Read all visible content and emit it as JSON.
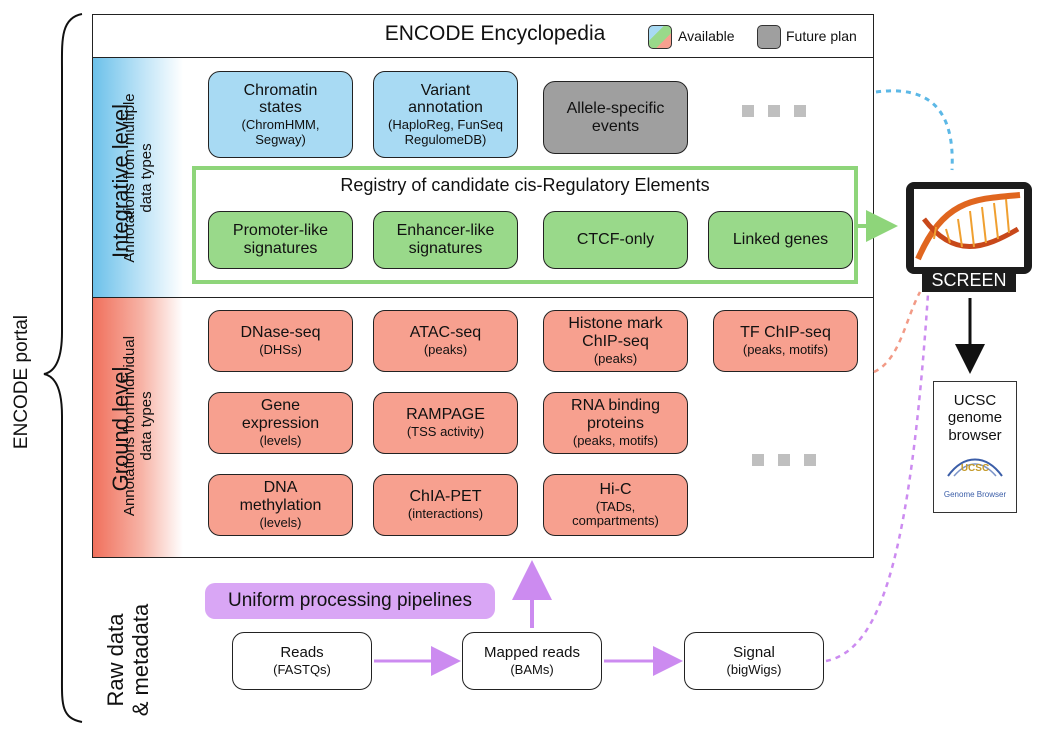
{
  "header": {
    "title": "ENCODE Encyclopedia",
    "legend": [
      {
        "label": "Available"
      },
      {
        "label": "Future plan"
      }
    ]
  },
  "portal_label": "ENCODE portal",
  "integrative": {
    "title": "Integrative level",
    "subtitle": "Annotations from multiple\ndata types",
    "boxes": [
      {
        "main": "Chromatin\nstates",
        "sub": "(ChromHMM,\nSegway)"
      },
      {
        "main": "Variant\nannotation",
        "sub": "(HaploReg, FunSeq\nRegulomeDB)"
      },
      {
        "main": "Allele-specific\nevents",
        "sub": ""
      }
    ],
    "registry": {
      "title": "Registry of candidate cis-Regulatory Elements",
      "boxes": [
        {
          "main": "Promoter-like\nsignatures"
        },
        {
          "main": "Enhancer-like\nsignatures"
        },
        {
          "main": "CTCF-only"
        },
        {
          "main": "Linked genes"
        }
      ]
    }
  },
  "ground": {
    "title": "Ground level",
    "subtitle": "Annotations from individual\ndata types",
    "boxes": [
      {
        "main": "DNase-seq",
        "sub": "(DHSs)"
      },
      {
        "main": "ATAC-seq",
        "sub": "(peaks)"
      },
      {
        "main": "Histone mark\nChIP-seq",
        "sub": "(peaks)"
      },
      {
        "main": "TF ChIP-seq",
        "sub": "(peaks, motifs)"
      },
      {
        "main": "Gene\nexpression",
        "sub": "(levels)"
      },
      {
        "main": "RAMPAGE",
        "sub": "(TSS activity)"
      },
      {
        "main": "RNA binding\nproteins",
        "sub": "(peaks, motifs)"
      },
      {
        "main": "DNA\nmethylation",
        "sub": "(levels)"
      },
      {
        "main": "ChIA-PET",
        "sub": "(interactions)"
      },
      {
        "main": "Hi-C",
        "sub": "(TADs,\ncompartments)"
      }
    ]
  },
  "raw": {
    "title": "Raw data\n& metadata",
    "pipeline": "Uniform processing pipelines",
    "boxes": [
      {
        "main": "Reads",
        "sub": "(FASTQs)"
      },
      {
        "main": "Mapped reads",
        "sub": "(BAMs)"
      },
      {
        "main": "Signal",
        "sub": "(bigWigs)"
      }
    ]
  },
  "screen": {
    "label": "SCREEN"
  },
  "ucsc": {
    "title": "UCSC\ngenome\nbrowser",
    "logo_text": "UCSC",
    "logo_caption": "Genome Browser"
  },
  "colors": {
    "blue": "#a8daf3",
    "green": "#99d98a",
    "salmon": "#f7a08f",
    "gray": "#9f9f9f",
    "purple": "#cc8bf0",
    "pipeline_bg": "#d9a6f5",
    "registry_border": "#8ed57a",
    "screen_dark": "#1c1c1c"
  }
}
